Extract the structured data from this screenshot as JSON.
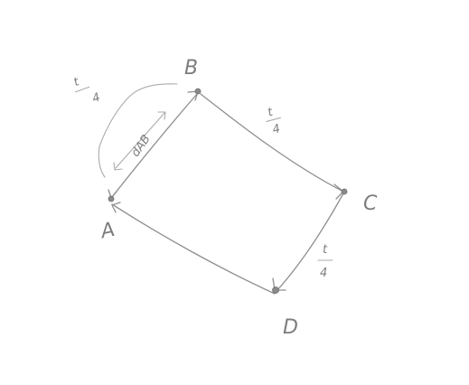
{
  "vertices": {
    "A": {
      "label": "A"
    },
    "B": {
      "label": "B"
    },
    "C": {
      "label": "C"
    },
    "D": {
      "label": "D"
    }
  },
  "edge_labels": {
    "distance_ab": "dAB",
    "time_ab": {
      "numerator": "t",
      "denominator": "4"
    },
    "time_bc": {
      "numerator": "t",
      "denominator": "4"
    },
    "time_cd": {
      "numerator": "t",
      "denominator": "4"
    }
  }
}
